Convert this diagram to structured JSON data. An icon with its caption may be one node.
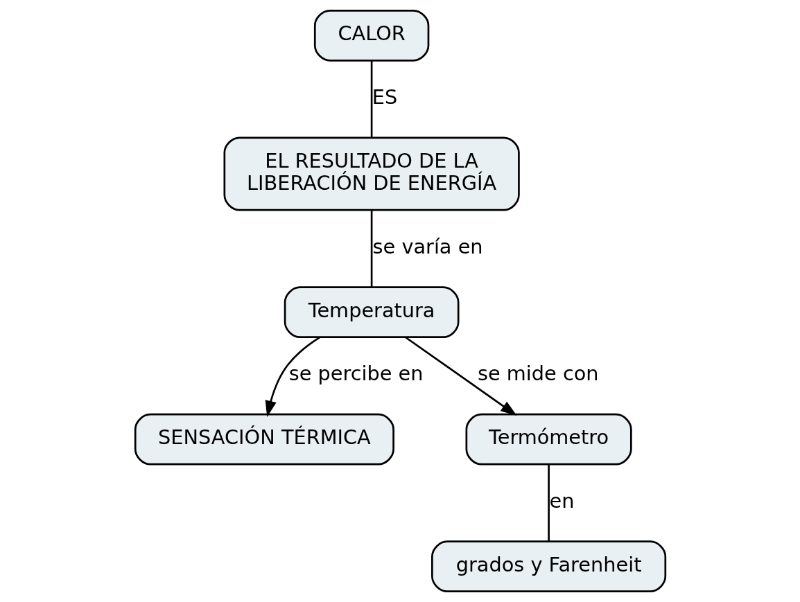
{
  "diagram": {
    "nodes": [
      {
        "text": [
          "CALOR"
        ]
      },
      {
        "text": [
          "EL RESULTADO DE LA LIBERACIÓN DE ENERGÍA"
        ]
      },
      {
        "text": [
          "Temperatura"
        ]
      },
      {
        "text": [
          "SENSACIÓN TÉRMICA"
        ]
      },
      {
        "text": [
          "Termómetro"
        ]
      },
      {
        "text": [
          "grados y Farenheit"
        ]
      }
    ],
    "edges": [
      {
        "from": 0,
        "to": 1,
        "arrow": "none",
        "label": "ES"
      },
      {
        "from": 1,
        "to": 2,
        "arrow": "none",
        "label": "se varía en"
      },
      {
        "from": 2,
        "to": 3,
        "arrow": "to",
        "label": "se percibe en"
      },
      {
        "from": 2,
        "to": 4,
        "arrow": "to",
        "label": "se mide con"
      },
      {
        "from": 4,
        "to": 5,
        "arrow": "none",
        "label": "en"
      }
    ]
  }
}
